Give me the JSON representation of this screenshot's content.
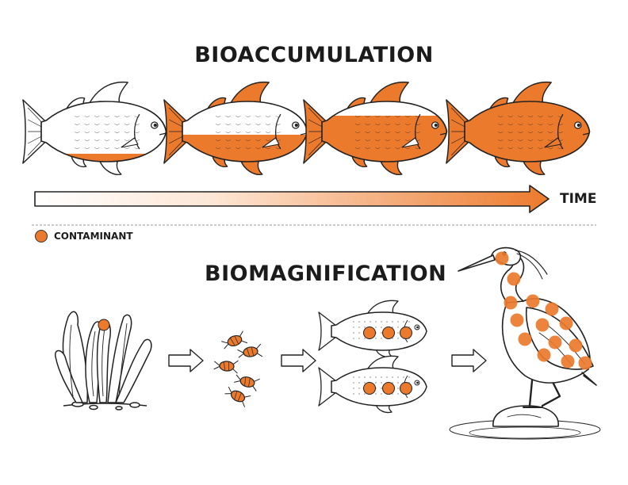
{
  "diagram": {
    "bioaccumulation_title": "BIOACCUMULATION",
    "biomagnification_title": "BIOMAGNIFICATION",
    "time_label": "TIME",
    "legend_label": "CONTAMINANT"
  },
  "colors": {
    "contaminant": "#ec7a2c",
    "outline": "#222222",
    "fish_body": "#ffffff",
    "divider": "#9a9a9a"
  },
  "bioaccumulation_stages": [
    {
      "fill_fraction": 0.15
    },
    {
      "fill_fraction": 0.45
    },
    {
      "fill_fraction": 0.75
    },
    {
      "fill_fraction": 1.0
    }
  ],
  "biomagnification_levels": [
    {
      "organism": "seaweed-plant",
      "contaminant_dots": 1
    },
    {
      "organism": "zooplankton",
      "contaminant_dots": 5
    },
    {
      "organism": "small-fish",
      "contaminant_dots": 6
    },
    {
      "organism": "heron",
      "contaminant_dots": 14
    }
  ],
  "icons": {
    "arrow": "right-arrow-outline-icon",
    "time_arrow": "time-gradient-arrow-icon"
  }
}
